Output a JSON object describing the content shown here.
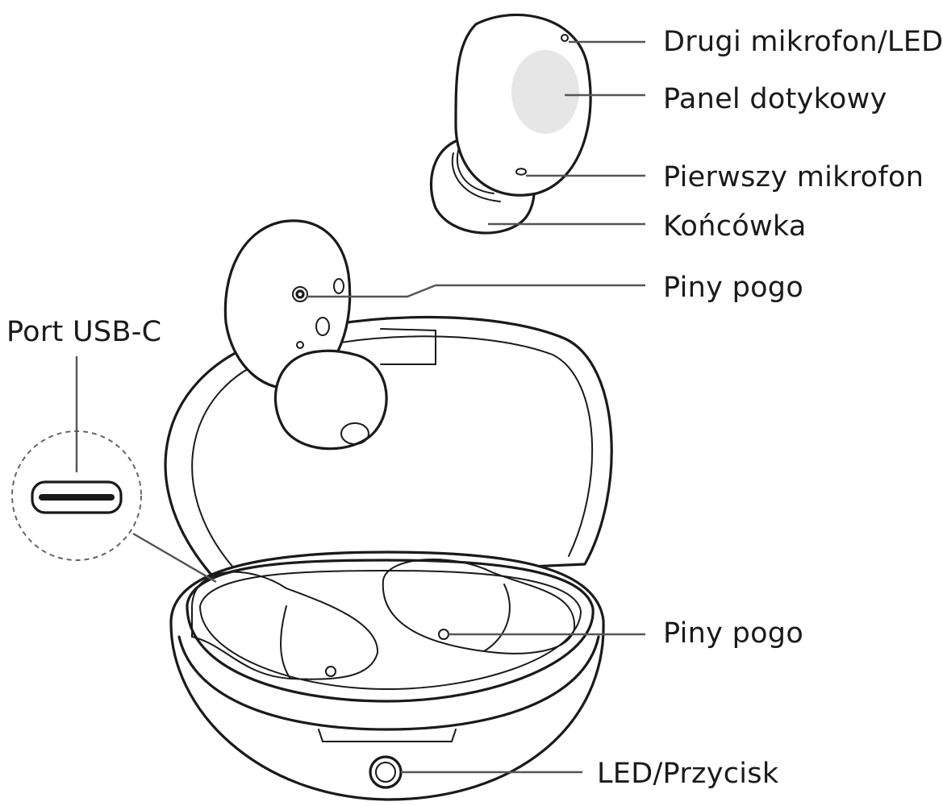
{
  "labels": {
    "mic2": "Drugi mikrofon/LED",
    "touch_panel": "Panel dotykowy",
    "mic1": "Pierwszy mikrofon",
    "tip": "Końcówka",
    "pogo_pins_earbud": "Piny pogo",
    "usb_port": "Port USB-C",
    "pogo_pins_case": "Piny pogo",
    "led_button": "LED/Przycisk"
  },
  "colors": {
    "line": "#1a1a1a",
    "touch_panel_fill": "#e6e6e6",
    "background": "#ffffff"
  }
}
